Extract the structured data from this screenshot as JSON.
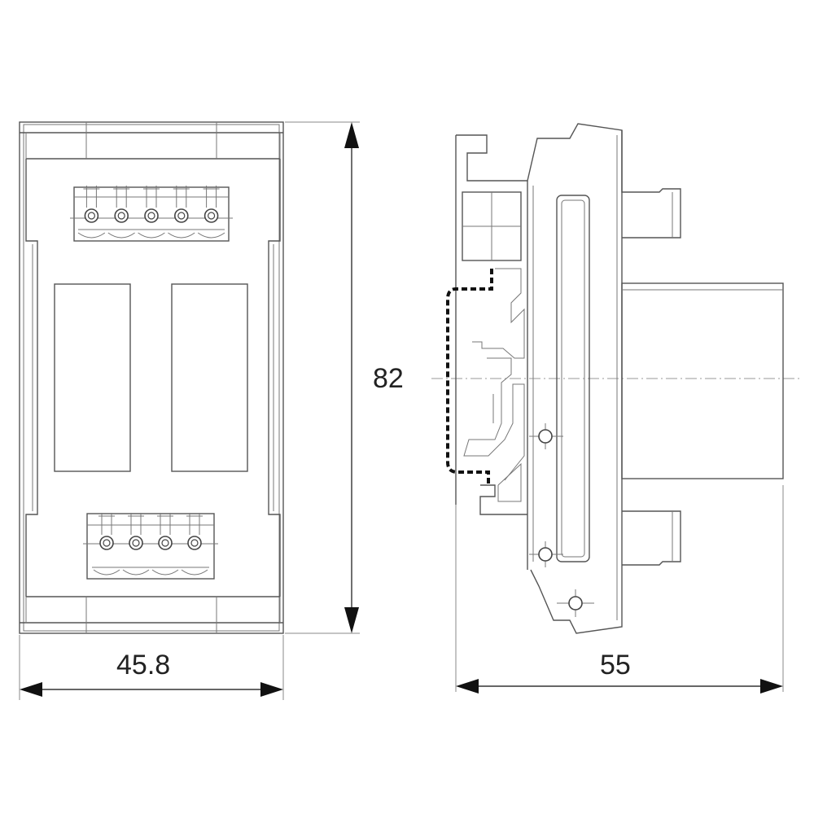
{
  "dimensions": {
    "width": "45.8",
    "height": "82",
    "depth": "55"
  },
  "front_view": {
    "top_terminal_pins": 5,
    "bottom_terminal_pins": 4
  }
}
